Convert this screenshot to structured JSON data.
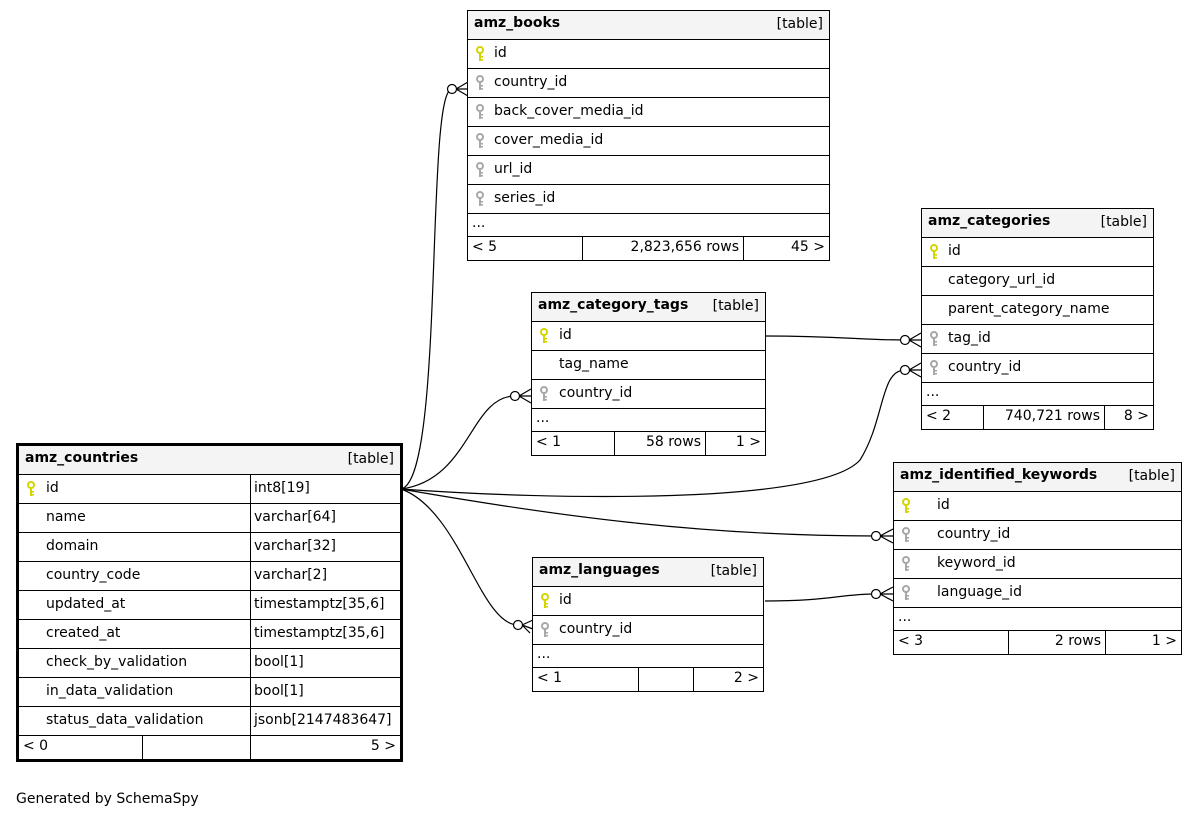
{
  "diagram": {
    "generated_by": "Generated by SchemaSpy",
    "colors": {
      "primary_key": "#d4d400",
      "foreign_key": "#a8a8a8",
      "header_bg": "#f4f4f4"
    },
    "tables": {
      "amz_books": {
        "name": "amz_books",
        "kind": "[table]",
        "columns": [
          "id",
          "country_id",
          "back_cover_media_id",
          "cover_media_id",
          "url_id",
          "series_id"
        ],
        "key_icons": [
          "primary-key",
          "foreign-key",
          "foreign-key",
          "foreign-key",
          "foreign-key",
          "foreign-key"
        ],
        "ellipsis": "...",
        "footer": {
          "parents": "< 5",
          "rows": "2,823,656 rows",
          "children": "45 >"
        }
      },
      "amz_categories": {
        "name": "amz_categories",
        "kind": "[table]",
        "columns": [
          "id",
          "category_url_id",
          "parent_category_name",
          "tag_id",
          "country_id"
        ],
        "key_icons": [
          "primary-key",
          "none",
          "none",
          "foreign-key",
          "foreign-key"
        ],
        "ellipsis": "...",
        "footer": {
          "parents": "< 2",
          "rows": "740,721 rows",
          "children": "8 >"
        }
      },
      "amz_category_tags": {
        "name": "amz_category_tags",
        "kind": "[table]",
        "columns": [
          "id",
          "tag_name",
          "country_id"
        ],
        "key_icons": [
          "primary-key",
          "none",
          "foreign-key"
        ],
        "ellipsis": "...",
        "footer": {
          "parents": "< 1",
          "rows": "58 rows",
          "children": "1 >"
        }
      },
      "amz_countries": {
        "name": "amz_countries",
        "kind": "[table]",
        "columns": [
          {
            "name": "id",
            "type": "int8[19]"
          },
          {
            "name": "name",
            "type": "varchar[64]"
          },
          {
            "name": "domain",
            "type": "varchar[32]"
          },
          {
            "name": "country_code",
            "type": "varchar[2]"
          },
          {
            "name": "updated_at",
            "type": "timestamptz[35,6]"
          },
          {
            "name": "created_at",
            "type": "timestamptz[35,6]"
          },
          {
            "name": "check_by_validation",
            "type": "bool[1]"
          },
          {
            "name": "in_data_validation",
            "type": "bool[1]"
          },
          {
            "name": "status_data_validation",
            "type": "jsonb[2147483647]"
          }
        ],
        "key_icons": [
          "primary-key",
          "none",
          "none",
          "none",
          "none",
          "none",
          "none",
          "none",
          "none"
        ],
        "footer": {
          "parents": "< 0",
          "rows": "",
          "children": "5 >"
        }
      },
      "amz_identified_keywords": {
        "name": "amz_identified_keywords",
        "kind": "[table]",
        "columns": [
          "id",
          "country_id",
          "keyword_id",
          "language_id"
        ],
        "key_icons": [
          "primary-key",
          "foreign-key",
          "foreign-key",
          "foreign-key"
        ],
        "ellipsis": "...",
        "footer": {
          "parents": "< 3",
          "rows": "2 rows",
          "children": "1 >"
        }
      },
      "amz_languages": {
        "name": "amz_languages",
        "kind": "[table]",
        "columns": [
          "id",
          "country_id"
        ],
        "key_icons": [
          "primary-key",
          "foreign-key"
        ],
        "ellipsis": "...",
        "footer": {
          "parents": "< 1",
          "rows": "",
          "children": "2 >"
        }
      }
    },
    "relationships": [
      {
        "from": "amz_countries.id",
        "to": "amz_books.country_id",
        "cardinality": "zero-or-many"
      },
      {
        "from": "amz_countries.id",
        "to": "amz_category_tags.country_id",
        "cardinality": "zero-or-many"
      },
      {
        "from": "amz_countries.id",
        "to": "amz_categories.country_id",
        "cardinality": "zero-or-many"
      },
      {
        "from": "amz_countries.id",
        "to": "amz_identified_keywords.country_id",
        "cardinality": "zero-or-many"
      },
      {
        "from": "amz_countries.id",
        "to": "amz_languages.country_id",
        "cardinality": "zero-or-many"
      },
      {
        "from": "amz_category_tags.id",
        "to": "amz_categories.tag_id",
        "cardinality": "zero-or-many"
      },
      {
        "from": "amz_languages.id",
        "to": "amz_identified_keywords.language_id",
        "cardinality": "zero-or-many"
      }
    ]
  }
}
